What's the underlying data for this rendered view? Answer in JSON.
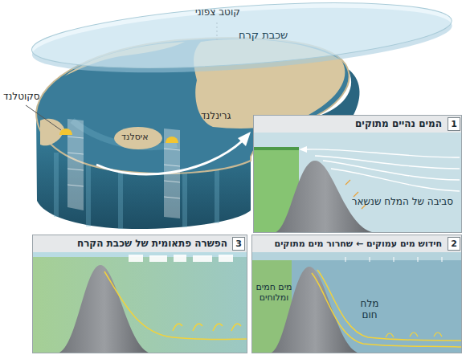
{
  "diagram": {
    "nodes": [
      {
        "text": [
          "קוטב צפוני",
          "שכבת קרח"
        ]
      },
      {
        "text": [
          "המים נהיים מתוקים",
          "סביבה של המלח שנשאר"
        ]
      },
      {
        "text": [
          "חידוש מים עמוקים ← שחרור מים מתוקים",
          "מים חמים ומלוחים",
          "מלח חום"
        ]
      },
      {
        "text": [
          "הפשרה פתאומית של שכבת הקרח"
        ]
      }
    ],
    "labels": [
      "סקוטלנד",
      "איסלנד",
      "גרינלנד",
      "1",
      "2",
      "3"
    ]
  }
}
